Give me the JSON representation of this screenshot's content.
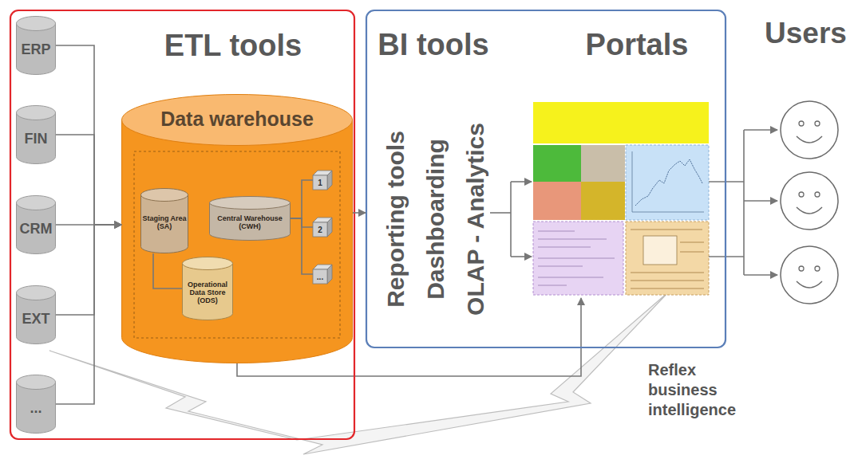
{
  "diagram": {
    "nodes": [
      {
        "text": [
          "ETL tools"
        ]
      },
      {
        "text": [
          "ERP"
        ],
        "in": 0
      },
      {
        "text": [
          "FIN"
        ],
        "in": 0
      },
      {
        "text": [
          "CRM"
        ],
        "in": 0
      },
      {
        "text": [
          "EXT"
        ],
        "in": 0
      },
      {
        "text": [
          "..."
        ],
        "in": 0
      },
      {
        "text": [
          "Data warehouse"
        ],
        "in": 0
      },
      {
        "text": [
          "Staging Area (SA)"
        ],
        "in": 6
      },
      {
        "text": [
          "Central Warehouse (CWH)"
        ],
        "in": 6
      },
      {
        "text": [
          "Operational Data Store (ODS)"
        ],
        "in": 6
      },
      {
        "text": [
          "1"
        ],
        "in": 6
      },
      {
        "text": [
          "2"
        ],
        "in": 6
      },
      {
        "text": [
          "..."
        ],
        "in": 6
      },
      {
        "text": [
          "BI tools",
          "Portals",
          "Reporting tools",
          "Dashboarding",
          "OLAP - Analytics"
        ]
      }
    ],
    "edges": [
      {
        "from": 1,
        "to": 6,
        "arrow": "to"
      },
      {
        "from": 2,
        "to": 6,
        "arrow": "to"
      },
      {
        "from": 3,
        "to": 6,
        "arrow": "to"
      },
      {
        "from": 4,
        "to": 6,
        "arrow": "to"
      },
      {
        "from": 5,
        "to": 6,
        "arrow": "to"
      },
      {
        "from": 7,
        "to": 9,
        "arrow": "none"
      },
      {
        "from": 8,
        "to": 10,
        "arrow": "none"
      },
      {
        "from": 8,
        "to": 11,
        "arrow": "none"
      },
      {
        "from": 8,
        "to": 12,
        "arrow": "none"
      },
      {
        "from": 6,
        "to": 13,
        "arrow": "to"
      }
    ],
    "labels": [
      "Users",
      "Reflex business intelligence"
    ]
  }
}
